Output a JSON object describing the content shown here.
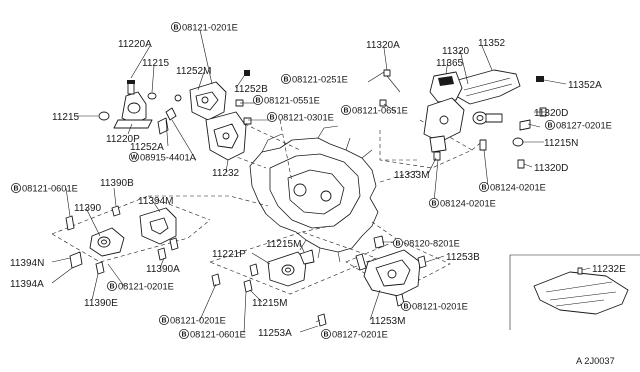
{
  "diagram": {
    "labels": {
      "p11220A": "11220A",
      "p11215a": "11215",
      "p11215b": "11215",
      "p11220P": "11220P",
      "p11252M": "11252M",
      "p11252B": "11252B",
      "p11252A": "11252A",
      "p11232": "11232",
      "p11320A": "11320A",
      "p11365": "11365",
      "p11320": "11320",
      "p11352": "11352",
      "p11352A": "11352A",
      "p11320D_a": "11320D",
      "p11215N": "11215N",
      "p11320D_b": "11320D",
      "p11333M": "11333M",
      "p11390B": "11390B",
      "p11390": "11390",
      "p11394M": "11394M",
      "p11394N": "11394N",
      "p11394A": "11394A",
      "p11390E": "11390E",
      "p11390A": "11390A",
      "p11215M": "11215M",
      "p11221P": "11221P",
      "p11215M_b": "11215M",
      "p11253B": "11253B",
      "p11253A": "11253A",
      "p11253M": "11253M",
      "p11232E": "11232E"
    },
    "codes": {
      "c_a": "08121-0201E",
      "c_b": "08121-0551E",
      "c_c": "08121-0301E",
      "c_d": "08915-4401A",
      "c_e": "08121-0251E",
      "c_f": "08121-0651E",
      "c_g": "08127-0201E",
      "c_h": "08124-0201E",
      "c_i": "08124-0201E",
      "c_j": "08121-0601E",
      "c_k": "08121-0201E",
      "c_l": "08120-8201E",
      "c_m": "08121-0201E",
      "c_n": "08121-0201E",
      "c_o": "08121-0601E",
      "c_p": "08127-0201E"
    },
    "badges": {
      "b": "B",
      "w": "W"
    },
    "footer": "A 2J0037"
  }
}
